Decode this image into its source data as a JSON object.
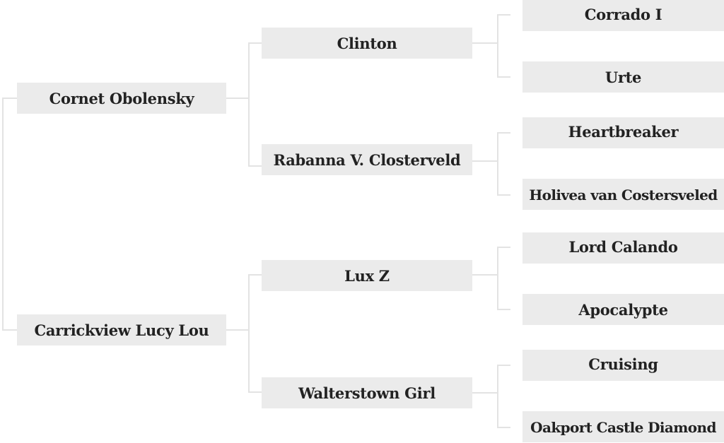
{
  "pedigree": {
    "sire": {
      "name": "Cornet Obolensky",
      "sire": {
        "name": "Clinton",
        "sire": {
          "name": "Corrado I"
        },
        "dam": {
          "name": "Urte"
        }
      },
      "dam": {
        "name": "Rabanna V. Closterveld",
        "sire": {
          "name": "Heartbreaker"
        },
        "dam": {
          "name": "Holivea van Costersveled"
        }
      }
    },
    "dam": {
      "name": "Carrickview Lucy Lou",
      "sire": {
        "name": "Lux Z",
        "sire": {
          "name": "Lord Calando"
        },
        "dam": {
          "name": "Apocalypte"
        }
      },
      "dam": {
        "name": "Walterstown Girl",
        "sire": {
          "name": "Cruising"
        },
        "dam": {
          "name": "Oakport Castle Diamond"
        }
      }
    }
  },
  "colors": {
    "box_fill": "#ebebeb",
    "connector": "#e3e3e3",
    "text": "#222222"
  }
}
